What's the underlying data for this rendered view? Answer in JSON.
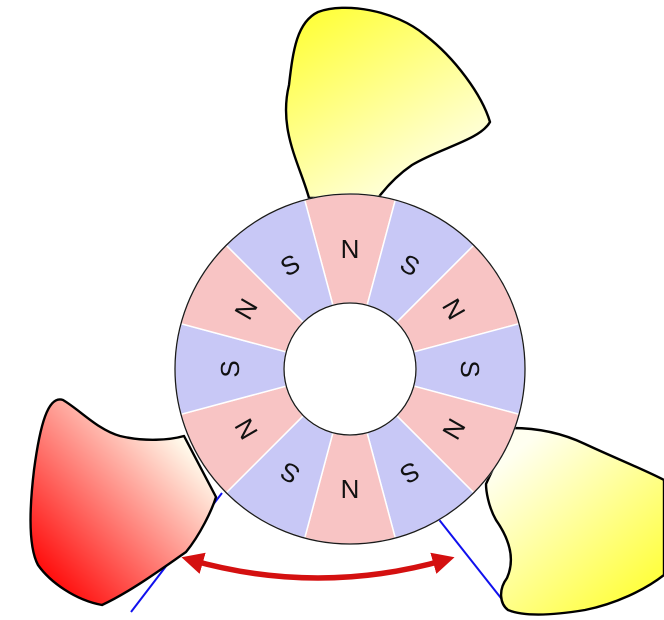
{
  "colors": {
    "north_segment": "#f8c4c4",
    "south_segment": "#c8c8f6",
    "segment_divider": "#ffffff",
    "ring_outline": "#1a1a1a",
    "blade_outline": "#000000",
    "blade_yellow": "#ffff33",
    "blade_red": "#ff0000",
    "blade_light": "#fffff0",
    "reference_line": "#1010ee",
    "angle_arrow": "#d41010"
  },
  "ring": {
    "pole_count": 12,
    "poles": [
      {
        "label": "N"
      },
      {
        "label": "S"
      },
      {
        "label": "N"
      },
      {
        "label": "S"
      },
      {
        "label": "N"
      },
      {
        "label": "S"
      },
      {
        "label": "N"
      },
      {
        "label": "S"
      },
      {
        "label": "N"
      },
      {
        "label": "S"
      },
      {
        "label": "N"
      },
      {
        "label": "S"
      }
    ]
  },
  "blades": [
    {
      "name": "top",
      "color": "yellow"
    },
    {
      "name": "right",
      "color": "yellow"
    },
    {
      "name": "left",
      "color": "red"
    }
  ],
  "annotation": {
    "type": "angle-arrow",
    "reference_lines": 2
  }
}
